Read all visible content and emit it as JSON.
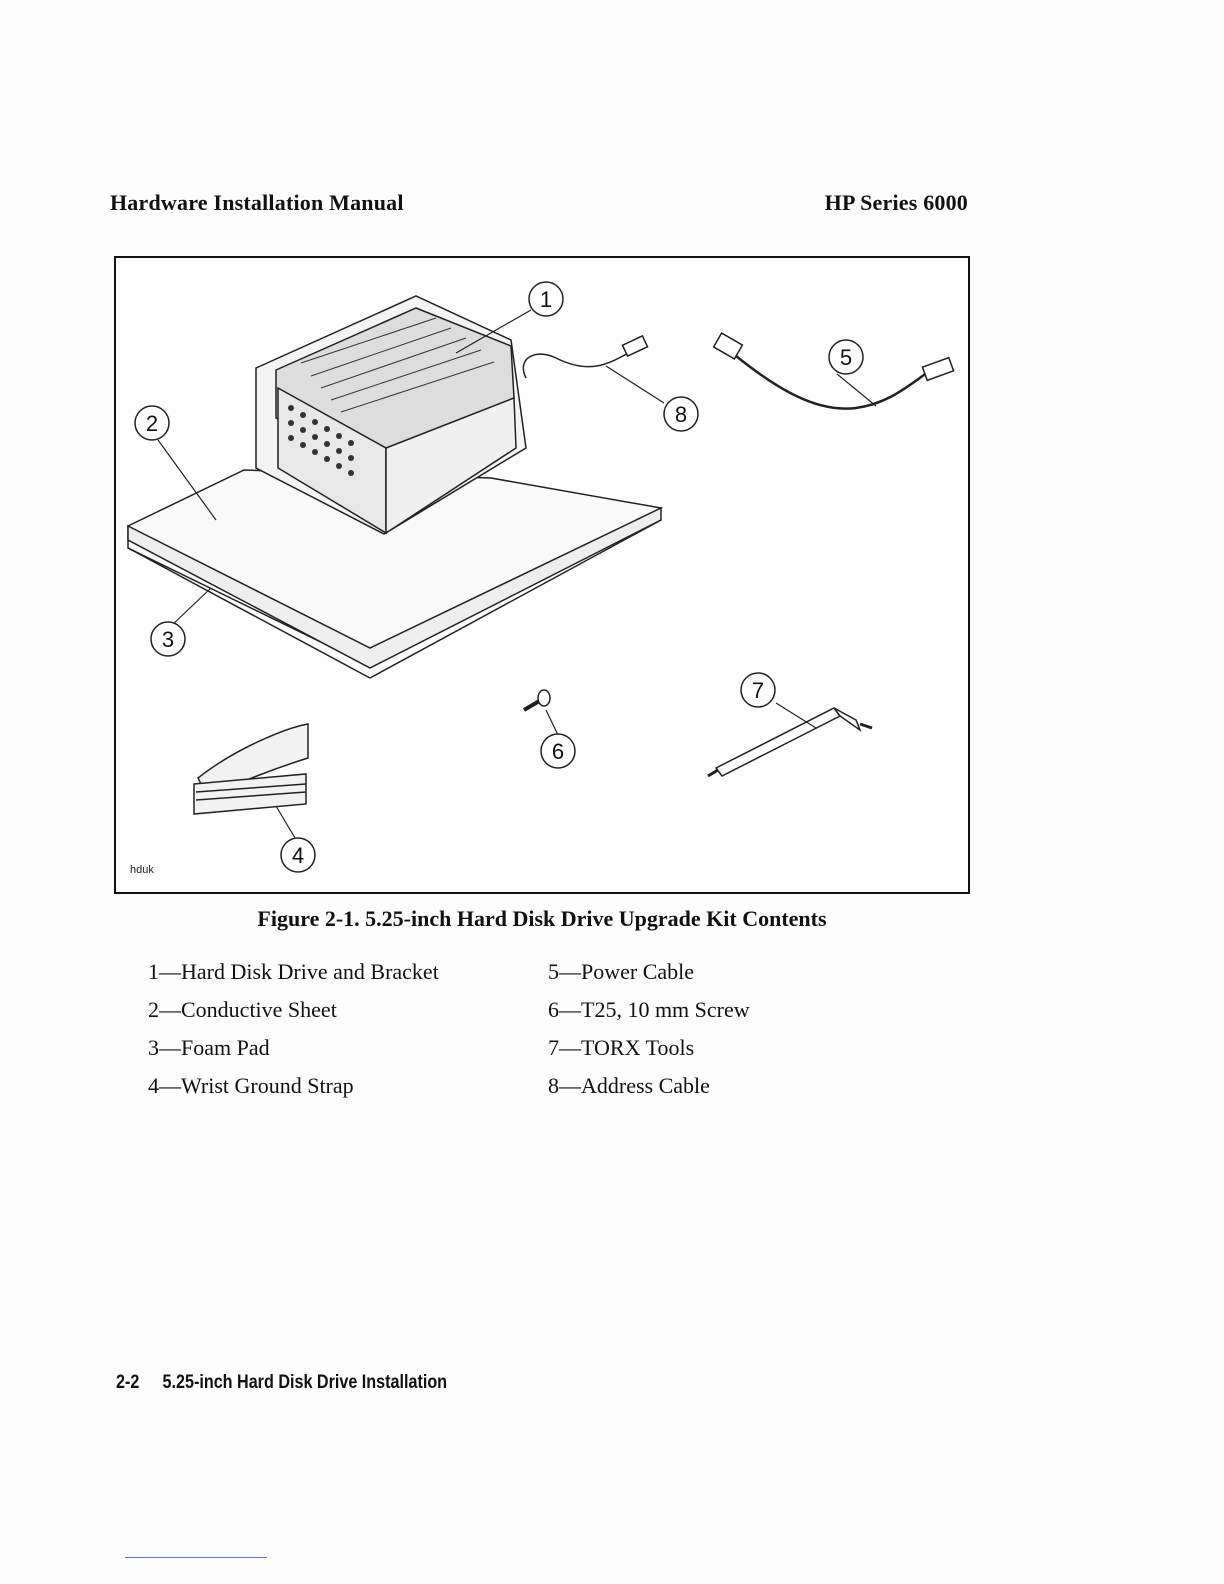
{
  "header": {
    "left": "Hardware Installation Manual",
    "right": "HP Series 6000"
  },
  "figure": {
    "tag": "hduk",
    "callouts": [
      "1",
      "2",
      "3",
      "4",
      "5",
      "6",
      "7",
      "8"
    ],
    "caption": "Figure 2-1. 5.25-inch Hard Disk Drive Upgrade Kit Contents"
  },
  "legend": [
    "1—Hard Disk Drive and Bracket",
    "5—Power Cable",
    "2—Conductive Sheet",
    "6—T25, 10 mm Screw",
    "3—Foam Pad",
    "7—TORX Tools",
    "4—Wrist Ground Strap",
    "8—Address Cable"
  ],
  "footer": {
    "page": "2-2",
    "title": "5.25-inch Hard Disk Drive Installation"
  }
}
